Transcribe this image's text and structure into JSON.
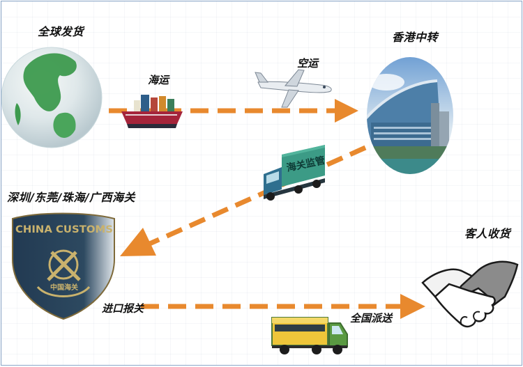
{
  "nodes": {
    "origin": "全球发货",
    "hub": "香港中转",
    "customs": "深圳/东莞/珠海/广西海关",
    "customer": "客人收货"
  },
  "routes": {
    "sea": "海运",
    "air": "空运",
    "customs_supervision": "海关监管",
    "import_declaration": "进口报关",
    "nationwide_delivery": "全国派送"
  },
  "badge": {
    "text_en": "CHINA CUSTOMS",
    "text_cn": "中国海关"
  },
  "colors": {
    "arrow": "#e8892e",
    "border": "#8aa6c8"
  },
  "icons": [
    "globe-icon",
    "cargo-ship-icon",
    "airplane-icon",
    "hong-kong-port-icon",
    "container-truck-icon",
    "china-customs-badge-icon",
    "handshake-icon",
    "delivery-truck-icon"
  ]
}
